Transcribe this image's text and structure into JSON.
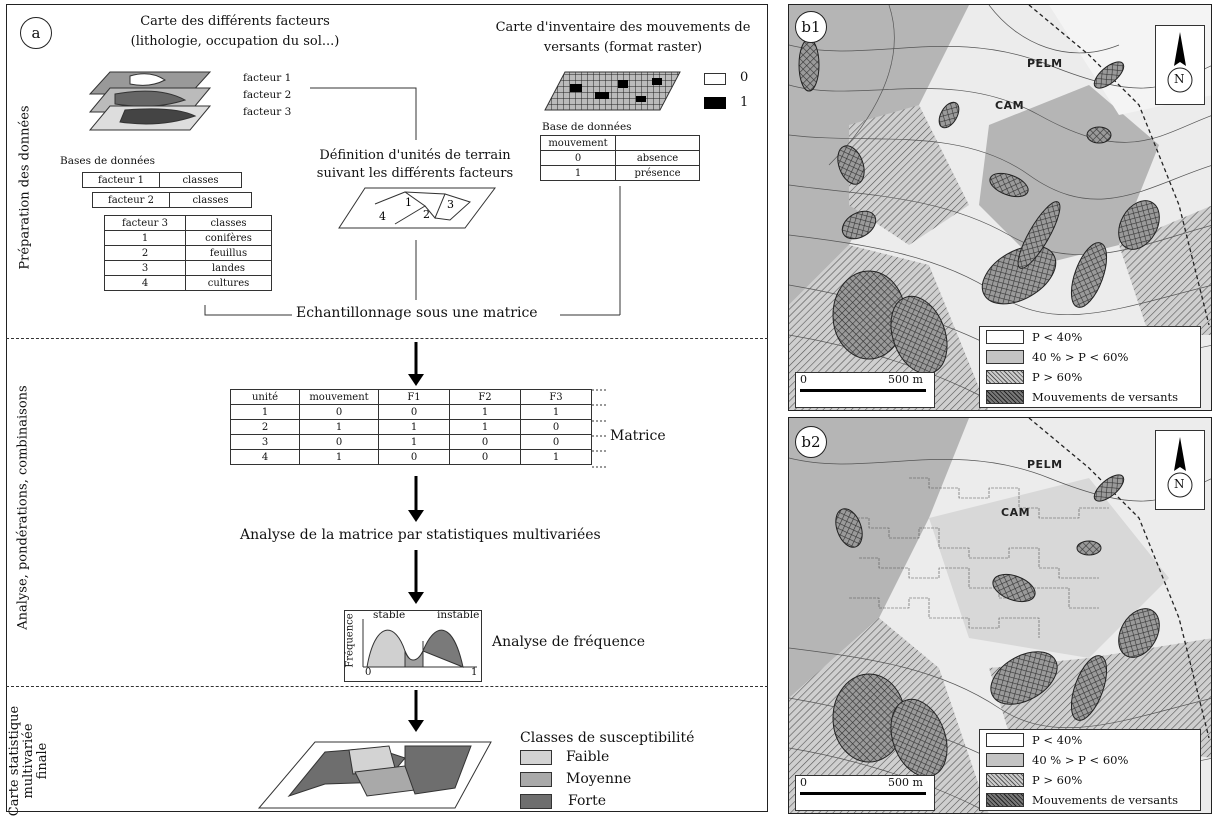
{
  "panel_a": {
    "badge": "a",
    "sections": {
      "prep": "Préparation des données",
      "analyse": "Analyse, pondérations, combinaisons",
      "carte_line1": "Carte statistique",
      "carte_line2": "multivariée",
      "carte_line3": "finale"
    },
    "carte_facteurs": {
      "line1": "Carte des différents facteurs",
      "line2": "(lithologie, occupation du sol...)"
    },
    "facteur_labels": [
      "facteur 1",
      "facteur 2",
      "facteur 3"
    ],
    "bases_title": "Bases de données",
    "factor_table": {
      "h1": [
        "facteur 1",
        "classes"
      ],
      "h2": [
        "facteur 2",
        "classes"
      ],
      "rows": [
        [
          "facteur 3",
          "classes"
        ],
        [
          "1",
          "conifères"
        ],
        [
          "2",
          "feuillus"
        ],
        [
          "3",
          "landes"
        ],
        [
          "4",
          "cultures"
        ]
      ]
    },
    "inventaire": {
      "line1": "Carte d'inventaire des mouvements de",
      "line2": "versants (format raster)"
    },
    "raster_legend": [
      "0",
      "1"
    ],
    "base_title": "Base de données",
    "mouv_table": {
      "header": [
        "mouvement",
        ""
      ],
      "rows": [
        [
          "0",
          "absence"
        ],
        [
          "1",
          "présence"
        ]
      ]
    },
    "definition": {
      "line1": "Définition d'unités de terrain",
      "line2": "suivant les différents facteurs"
    },
    "unit_numbers": [
      "1",
      "2",
      "3",
      "4"
    ],
    "echantillonnage": "Echantillonnage sous une matrice",
    "matrix": {
      "header": [
        "unité",
        "mouvement",
        "F1",
        "F2",
        "F3"
      ],
      "rows": [
        [
          "1",
          "0",
          "0",
          "1",
          "1"
        ],
        [
          "2",
          "1",
          "1",
          "1",
          "0"
        ],
        [
          "3",
          "0",
          "1",
          "0",
          "0"
        ],
        [
          "4",
          "1",
          "0",
          "0",
          "1"
        ]
      ],
      "label": "Matrice"
    },
    "analyse_matrice": "Analyse de la matrice par statistiques multivariées",
    "freq": {
      "ylabel": "Fréquence",
      "stable": "stable",
      "instable": "instable",
      "x0": "0",
      "x1": "1",
      "title": "Analyse de  fréquence"
    },
    "classes": {
      "title": "Classes de susceptibilité",
      "items": [
        "Faible",
        "Moyenne",
        "Forte"
      ]
    }
  },
  "maps": [
    {
      "badge": "b1",
      "north": "N",
      "labels": [
        "PELM",
        "CAM"
      ],
      "scale_zero": "0",
      "scale_label": "500 m",
      "legend": [
        "P < 40%",
        "40 % > P < 60%",
        "P > 60%",
        "Mouvements de versants"
      ]
    },
    {
      "badge": "b2",
      "north": "N",
      "labels": [
        "PELM",
        "CAM"
      ],
      "scale_zero": "0",
      "scale_label": "500 m",
      "legend": [
        "P < 40%",
        "40 % > P < 60%",
        "P > 60%",
        "Mouvements de versants"
      ]
    }
  ],
  "colors": {
    "faible": "#d3d3d3",
    "moyenne": "#a9a9a9",
    "forte": "#6e6e6e",
    "map_gray": "#b5b5b5",
    "map_light": "#ececec"
  }
}
